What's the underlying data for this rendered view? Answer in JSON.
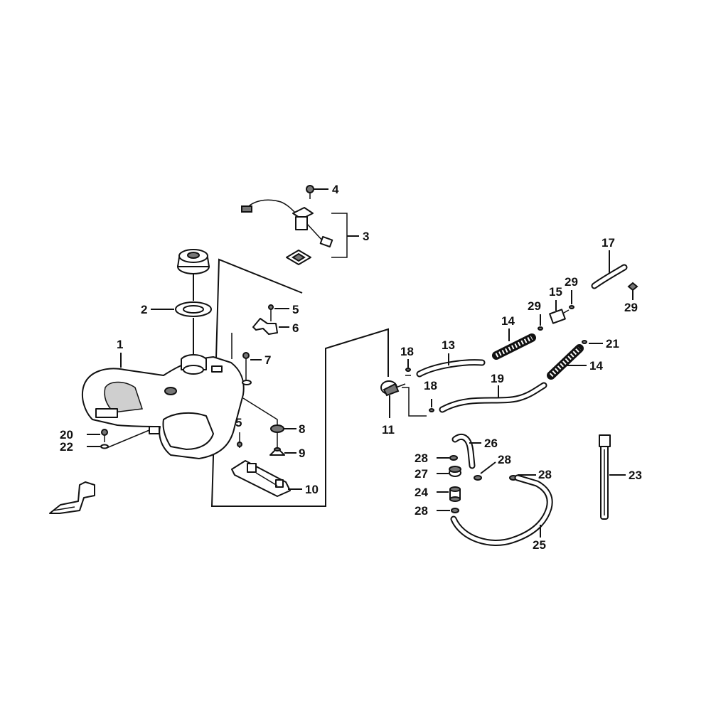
{
  "diagram": {
    "callouts": [
      "1",
      "2",
      "3",
      "4",
      "5",
      "6",
      "7",
      "8",
      "9",
      "10",
      "11",
      "13",
      "14",
      "15",
      "17",
      "18",
      "19",
      "20",
      "21",
      "22",
      "23",
      "24",
      "25",
      "26",
      "27",
      "28",
      "29"
    ]
  }
}
